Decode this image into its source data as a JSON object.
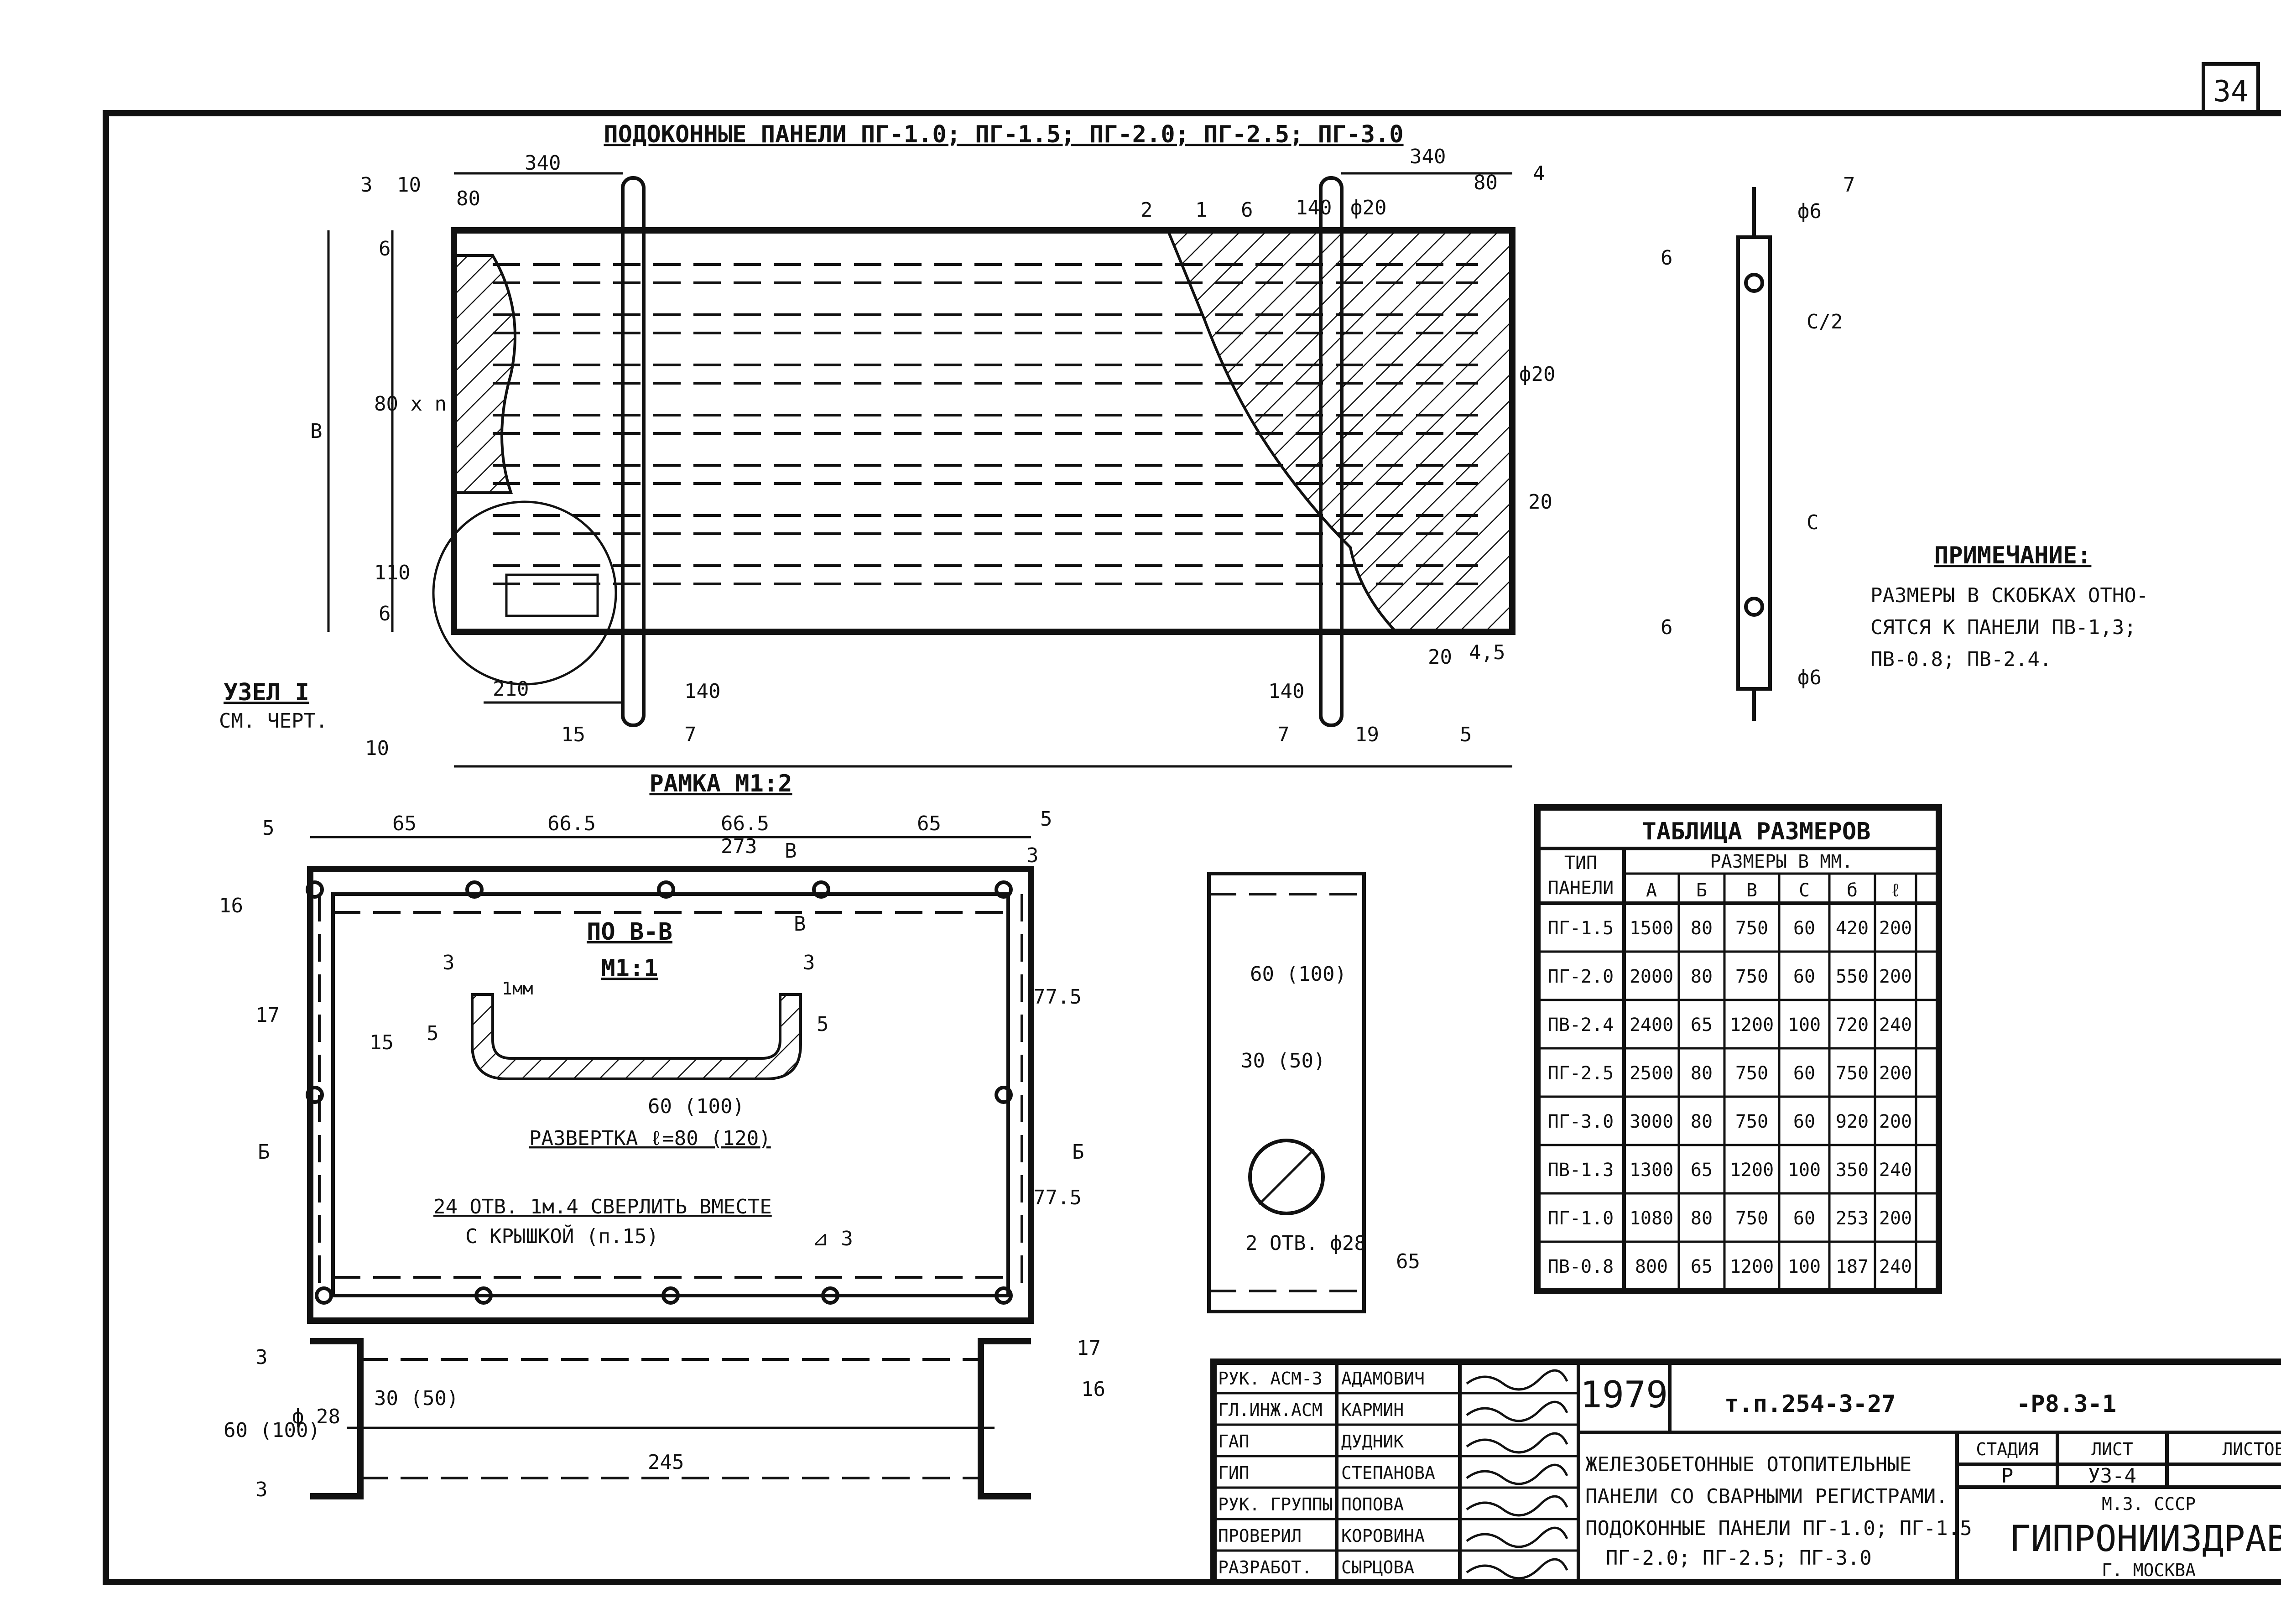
{
  "sheet_number": "34",
  "main_view": {
    "title": "ПОДОКОННЫЕ ПАНЕЛИ ПГ-1.0; ПГ-1.5; ПГ-2.0; ПГ-2.5; ПГ-3.0",
    "dims": {
      "left_340": "340",
      "right_340": "340",
      "d80_left": "80",
      "d80_right": "80",
      "d140_top": "140",
      "d20_phi": "ф20",
      "phi20_right": "ф20",
      "d20_right": "20",
      "d20_bottom": "20",
      "d4_5": "4,5",
      "d210": "210",
      "d140_b1": "140",
      "d140_b2": "140",
      "d6_top": "6",
      "d80n": "80 х n",
      "dB": "В",
      "d110": "110",
      "d6_bot": "6"
    },
    "callouts": {
      "c3": "3",
      "c10_top": "10",
      "c2": "2",
      "c1": "1",
      "c6": "6",
      "c4": "4",
      "c10_bot": "10",
      "c15": "15",
      "c7a": "7",
      "c7b": "7",
      "c19": "19",
      "c5": "5"
    },
    "node_label": "УЗЕЛ I",
    "node_ref": "СМ. ЧЕРТ."
  },
  "side_view": {
    "dims": {
      "phi6_top": "ф6",
      "c7": "7",
      "d6": "6",
      "c2": "С/2",
      "c": "С",
      "d6b": "6",
      "phi6_bot": "ф6"
    }
  },
  "note": {
    "heading": "ПРИМЕЧАНИЕ:",
    "lines": [
      "РАЗМЕРЫ В СКОБКАХ ОТНО-",
      "СЯТСЯ К ПАНЕЛИ ПВ-1,3;",
      "ПВ-0.8; ПВ-2.4."
    ]
  },
  "frame": {
    "title": "РАМКА  М1:2",
    "dims": {
      "d5_left": "5",
      "d65_left": "65",
      "d66a": "66.5",
      "d66b": "66.5",
      "d273": "273",
      "d65_right": "65",
      "d5_right": "5",
      "d3": "3",
      "d77a": "77.5",
      "d77b": "77.5",
      "c16": "16",
      "c17": "17",
      "secB_top": "В",
      "secB_mid": "В",
      "secB_left": "Б",
      "secB_right": "Б"
    },
    "section_title": "ПО В-В",
    "section_scale": "М1:1",
    "section_dims": {
      "s3a": "3",
      "s3b": "3",
      "s1mm": "1мм",
      "s15": "15",
      "s5a": "5",
      "s5b": "5",
      "s60": "60 (100)"
    },
    "razvertka": "РАЗВЕРТКА  ℓ=80 (120)",
    "holes_note_1": "24 ОТВ. 1м.4 СВЕРЛИТЬ ВМЕСТЕ",
    "holes_note_2": "С КРЫШКОЙ (п.15)",
    "weld": "⊿ 3"
  },
  "plate": {
    "d60": "60 (100)",
    "d30": "30 (50)",
    "holes": "2 ОТВ. ф28",
    "d65": "65"
  },
  "channel": {
    "d60": "60 (100)",
    "d3a": "3",
    "d3b": "3",
    "d30": "30 (50)",
    "phi28": "ф 28",
    "d245": "245",
    "c17": "17",
    "c16": "16"
  },
  "table": {
    "title": "ТАБЛИЦА  РАЗМЕРОВ",
    "col_type": [
      "ТИП",
      "ПАНЕЛИ"
    ],
    "group_header": "РАЗМЕРЫ  В  ММ.",
    "columns": [
      "А",
      "Б",
      "В",
      "С",
      "б",
      "ℓ"
    ],
    "rows": [
      [
        "ПГ-1.5",
        "1500",
        "80",
        "750",
        "60",
        "420",
        "200"
      ],
      [
        "ПГ-2.0",
        "2000",
        "80",
        "750",
        "60",
        "550",
        "200"
      ],
      [
        "ПВ-2.4",
        "2400",
        "65",
        "1200",
        "100",
        "720",
        "240"
      ],
      [
        "ПГ-2.5",
        "2500",
        "80",
        "750",
        "60",
        "750",
        "200"
      ],
      [
        "ПГ-3.0",
        "3000",
        "80",
        "750",
        "60",
        "920",
        "200"
      ],
      [
        "ПВ-1.3",
        "1300",
        "65",
        "1200",
        "100",
        "350",
        "240"
      ],
      [
        "ПГ-1.0",
        "1080",
        "80",
        "750",
        "60",
        "253",
        "200"
      ],
      [
        "ПВ-0.8",
        "800",
        "65",
        "1200",
        "100",
        "187",
        "240"
      ]
    ]
  },
  "titleblock": {
    "roles": [
      "РУК. АСМ-3",
      "ГЛ.ИНЖ.АСМ",
      "ГАП",
      "ГИП",
      "РУК. ГРУППЫ",
      "ПРОВЕРИЛ",
      "РАЗРАБОТ."
    ],
    "names": [
      "АДАМОВИЧ",
      "КАРМИН",
      "ДУДНИК",
      "СТЕПАНОВА",
      "ПОПОВА",
      "КОРОВИНА",
      "СЫРЦОВА"
    ],
    "year": "1979",
    "code": "т.п.254-3-27",
    "sheet_code": "-Р8.3-1",
    "description": [
      "ЖЕЛЕЗОБЕТОННЫЕ ОТОПИТЕЛЬНЫЕ",
      "ПАНЕЛИ СО СВАРНЫМИ РЕГИСТРАМИ.",
      "ПОДОКОННЫЕ ПАНЕЛИ ПГ-1.0; ПГ-1.5",
      "ПГ-2.0; ПГ-2.5; ПГ-3.0"
    ],
    "stage_label": "СТАДИЯ",
    "sheet_label": "ЛИСТ",
    "sheets_label": "ЛИСТОВ",
    "stage": "Р",
    "sheet": "У3-4",
    "ministry": "М.З. СССР",
    "org": "ГИПРОНИИЗДРАВ",
    "city": "Г. МОСКВА"
  }
}
